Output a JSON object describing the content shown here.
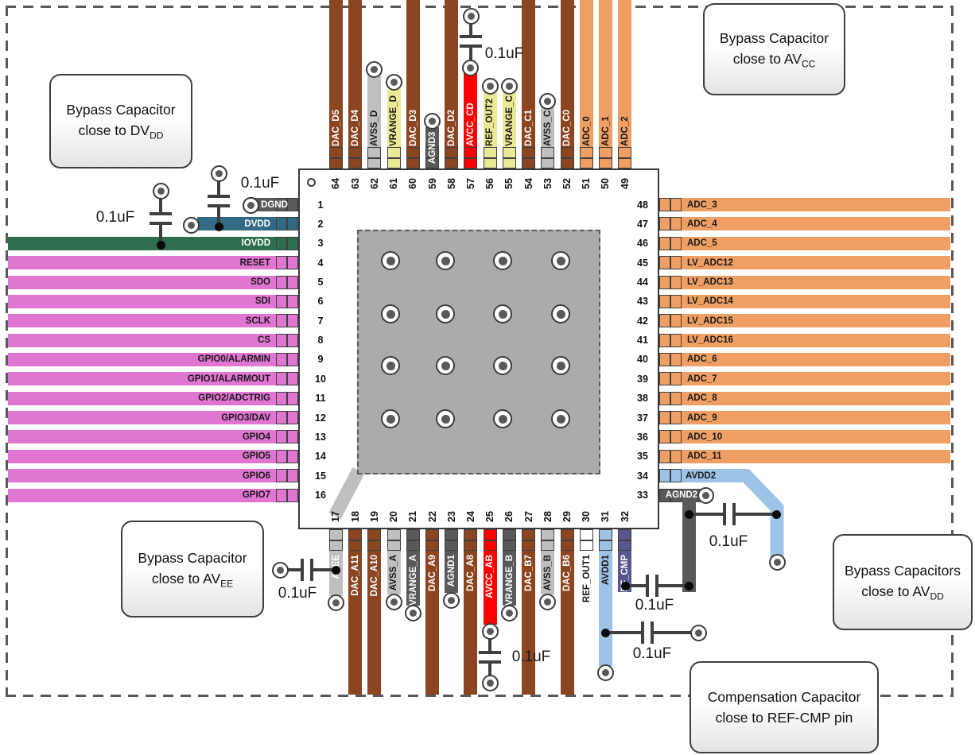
{
  "palette": {
    "brown": "#8B4521",
    "orange": "#EF9F63",
    "magenta": "#E075D2",
    "teal": "#316A84",
    "green": "#2D6E4E",
    "lightblue": "#9DC3E6",
    "red": "#FF0000",
    "yellow": "#EAEA96",
    "lightgray": "#BFBFBF",
    "darkgray": "#595959",
    "purple": "#57578F",
    "none": "#FFFFFF",
    "label_light": "#FFFFFF",
    "label_dark": "#1A1A1A",
    "wire": "#3F3F3F",
    "thermal_pad": "#ABABAB",
    "outline_dash": "#595959"
  },
  "pins": {
    "top": [
      {
        "n": 64,
        "label": "DAC_D5",
        "color": "brown",
        "text": "light"
      },
      {
        "n": 63,
        "label": "DAC_D4",
        "color": "brown",
        "text": "light"
      },
      {
        "n": 62,
        "label": "AVSS_D",
        "color": "lightgray",
        "text": "dark"
      },
      {
        "n": 61,
        "label": "VRANGE_D",
        "color": "yellow",
        "text": "dark"
      },
      {
        "n": 60,
        "label": "DAC_D3",
        "color": "brown",
        "text": "light"
      },
      {
        "n": 59,
        "label": "AGND3",
        "color": "darkgray",
        "text": "light"
      },
      {
        "n": 58,
        "label": "DAC_D2",
        "color": "brown",
        "text": "light"
      },
      {
        "n": 57,
        "label": "AVCC_CD",
        "color": "red",
        "text": "light"
      },
      {
        "n": 56,
        "label": "REF_OUT2",
        "color": "yellow",
        "text": "dark"
      },
      {
        "n": 55,
        "label": "VRANGE_C",
        "color": "yellow",
        "text": "dark"
      },
      {
        "n": 54,
        "label": "DAC_C1",
        "color": "brown",
        "text": "light"
      },
      {
        "n": 53,
        "label": "AVSS_C",
        "color": "lightgray",
        "text": "dark"
      },
      {
        "n": 52,
        "label": "DAC_C0",
        "color": "brown",
        "text": "light"
      },
      {
        "n": 51,
        "label": "ADC_0",
        "color": "orange",
        "text": "dark"
      },
      {
        "n": 50,
        "label": "ADC_1",
        "color": "orange",
        "text": "dark"
      },
      {
        "n": 49,
        "label": "ADC_2",
        "color": "orange",
        "text": "dark"
      }
    ],
    "left": [
      {
        "n": 1,
        "label": "DGND",
        "color": "darkgray",
        "text": "light"
      },
      {
        "n": 2,
        "label": "DVDD",
        "color": "teal",
        "text": "light"
      },
      {
        "n": 3,
        "label": "IOVDD",
        "color": "green",
        "text": "light"
      },
      {
        "n": 4,
        "label": "RESET",
        "color": "magenta",
        "text": "dark"
      },
      {
        "n": 5,
        "label": "SDO",
        "color": "magenta",
        "text": "dark"
      },
      {
        "n": 6,
        "label": "SDI",
        "color": "magenta",
        "text": "dark"
      },
      {
        "n": 7,
        "label": "SCLK",
        "color": "magenta",
        "text": "dark"
      },
      {
        "n": 8,
        "label": "CS",
        "color": "magenta",
        "text": "dark"
      },
      {
        "n": 9,
        "label": "GPIO0/ALARMIN",
        "color": "magenta",
        "text": "dark"
      },
      {
        "n": 10,
        "label": "GPIO1/ALARMOUT",
        "color": "magenta",
        "text": "dark"
      },
      {
        "n": 11,
        "label": "GPIO2/ADCTRIG",
        "color": "magenta",
        "text": "dark"
      },
      {
        "n": 12,
        "label": "GPIO3/DAV",
        "color": "magenta",
        "text": "dark"
      },
      {
        "n": 13,
        "label": "GPIO4",
        "color": "magenta",
        "text": "dark"
      },
      {
        "n": 14,
        "label": "GPIO5",
        "color": "magenta",
        "text": "dark"
      },
      {
        "n": 15,
        "label": "GPIO6",
        "color": "magenta",
        "text": "dark"
      },
      {
        "n": 16,
        "label": "GPIO7",
        "color": "magenta",
        "text": "dark"
      }
    ],
    "right": [
      {
        "n": 48,
        "label": "ADC_3",
        "color": "orange",
        "text": "dark"
      },
      {
        "n": 47,
        "label": "ADC_4",
        "color": "orange",
        "text": "dark"
      },
      {
        "n": 46,
        "label": "ADC_5",
        "color": "orange",
        "text": "dark"
      },
      {
        "n": 45,
        "label": "LV_ADC12",
        "color": "orange",
        "text": "dark"
      },
      {
        "n": 44,
        "label": "LV_ADC13",
        "color": "orange",
        "text": "dark"
      },
      {
        "n": 43,
        "label": "LV_ADC14",
        "color": "orange",
        "text": "dark"
      },
      {
        "n": 42,
        "label": "LV_ADC15",
        "color": "orange",
        "text": "dark"
      },
      {
        "n": 41,
        "label": "LV_ADC16",
        "color": "orange",
        "text": "dark"
      },
      {
        "n": 40,
        "label": "ADC_6",
        "color": "orange",
        "text": "dark"
      },
      {
        "n": 39,
        "label": "ADC_7",
        "color": "orange",
        "text": "dark"
      },
      {
        "n": 38,
        "label": "ADC_8",
        "color": "orange",
        "text": "dark"
      },
      {
        "n": 37,
        "label": "ADC_9",
        "color": "orange",
        "text": "dark"
      },
      {
        "n": 36,
        "label": "ADC_10",
        "color": "orange",
        "text": "dark"
      },
      {
        "n": 35,
        "label": "ADC_11",
        "color": "orange",
        "text": "dark"
      },
      {
        "n": 34,
        "label": "AVDD2",
        "color": "lightblue",
        "text": "dark"
      },
      {
        "n": 33,
        "label": "AGND2",
        "color": "darkgray",
        "text": "light"
      }
    ],
    "bottom": [
      {
        "n": 17,
        "label": "AVEE",
        "color": "lightgray",
        "text": "light"
      },
      {
        "n": 18,
        "label": "DAC_A11",
        "color": "brown",
        "text": "light"
      },
      {
        "n": 19,
        "label": "DAC_A10",
        "color": "brown",
        "text": "light"
      },
      {
        "n": 20,
        "label": "AVSS_A",
        "color": "lightgray",
        "text": "dark"
      },
      {
        "n": 21,
        "label": "VRANGE_A",
        "color": "darkgray",
        "text": "light"
      },
      {
        "n": 22,
        "label": "DAC_A9",
        "color": "brown",
        "text": "light"
      },
      {
        "n": 23,
        "label": "AGND1",
        "color": "darkgray",
        "text": "light"
      },
      {
        "n": 24,
        "label": "DAC_A8",
        "color": "brown",
        "text": "light"
      },
      {
        "n": 25,
        "label": "AVCC_AB",
        "color": "red",
        "text": "light"
      },
      {
        "n": 26,
        "label": "VRANGE_B",
        "color": "darkgray",
        "text": "light"
      },
      {
        "n": 27,
        "label": "DAC_B7",
        "color": "brown",
        "text": "light"
      },
      {
        "n": 28,
        "label": "AVSS_B",
        "color": "lightgray",
        "text": "dark"
      },
      {
        "n": 29,
        "label": "DAC_B6",
        "color": "brown",
        "text": "light"
      },
      {
        "n": 30,
        "label": "REF_OUT1",
        "color": "none",
        "text": "dark"
      },
      {
        "n": 31,
        "label": "AVDD1",
        "color": "lightblue",
        "text": "dark"
      },
      {
        "n": 32,
        "label": "REF_CMP",
        "color": "purple",
        "text": "light"
      }
    ]
  },
  "capacitors": [
    {
      "id": "cap-iovdd",
      "value": "0.1uF"
    },
    {
      "id": "cap-dvdd",
      "value": "0.1uF"
    },
    {
      "id": "cap-avcc-cd",
      "value": "0.1uF"
    },
    {
      "id": "cap-avee",
      "value": "0.1uF"
    },
    {
      "id": "cap-avcc-ab",
      "value": "0.1uF"
    },
    {
      "id": "cap-ref-cmp",
      "value": "0.1uF"
    },
    {
      "id": "cap-avdd1",
      "value": "0.1uF"
    },
    {
      "id": "cap-avdd2-agnd2",
      "value": "0.1uF"
    }
  ],
  "callouts": [
    {
      "id": "bypass-dvdd",
      "lines": [
        [
          {
            "t": "Bypass Capacitor"
          }
        ],
        [
          {
            "t": "close to DV"
          },
          {
            "t": "DD",
            "sub": true
          }
        ]
      ]
    },
    {
      "id": "bypass-avcc",
      "lines": [
        [
          {
            "t": "Bypass Capacitor"
          }
        ],
        [
          {
            "t": "close to AV"
          },
          {
            "t": "CC",
            "sub": true
          }
        ]
      ]
    },
    {
      "id": "bypass-avee",
      "lines": [
        [
          {
            "t": "Bypass Capacitor"
          }
        ],
        [
          {
            "t": "close to AV"
          },
          {
            "t": "EE",
            "sub": true
          }
        ]
      ]
    },
    {
      "id": "bypass-avdd",
      "lines": [
        [
          {
            "t": "Bypass Capacitors"
          }
        ],
        [
          {
            "t": "close to AV"
          },
          {
            "t": "DD",
            "sub": true
          }
        ]
      ]
    },
    {
      "id": "compensation-refcmp",
      "lines": [
        [
          {
            "t": "Compensation Capacitor"
          }
        ],
        [
          {
            "t": "close to REF-CMP pin"
          }
        ]
      ]
    }
  ]
}
